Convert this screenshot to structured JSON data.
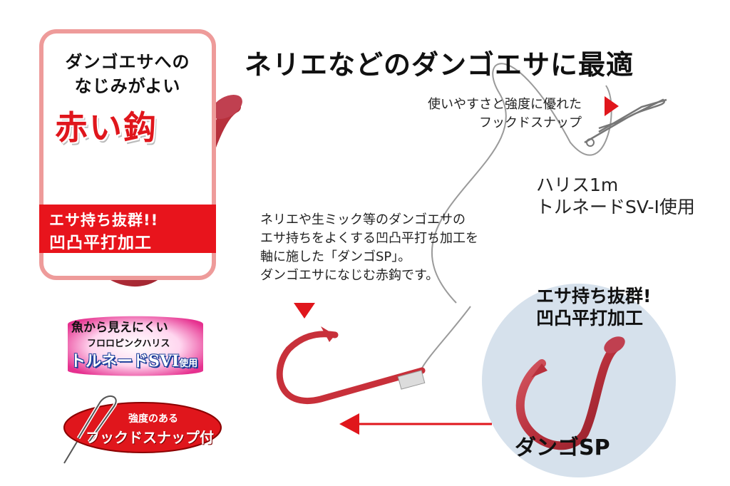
{
  "colors": {
    "hook_red": "#c8303a",
    "panel_border": "#ee9b9a",
    "band_red": "#e8141c",
    "circle_blue": "#d6e1ec",
    "arrow_red": "#e0161c"
  },
  "panel": {
    "line1": "ダンゴエサへの",
    "line2": "なじみがよい",
    "title": "赤い鈎",
    "band_line1": "エサ持ち抜群!!",
    "band_line2": "凹凸平打加工"
  },
  "headline": "ネリエなどのダンゴエサに最適",
  "snap_note": {
    "line1": "使いやすさと強度に優れた",
    "line2": "フックドスナップ"
  },
  "leader_note": {
    "line1": "ハリス1m",
    "line2": "トルネードSV-Ⅰ使用"
  },
  "bait_note": {
    "lines": [
      "ネリエや生ミック等のダンゴエサの",
      "エサ持ちをよくする凹凸平打ち加工を",
      "軸に施した「ダンゴSP」。",
      "ダンゴエサになじむ赤鈎です。"
    ]
  },
  "strength": {
    "line1": "エサ持ち抜群!",
    "line2": "凹凸平打加工"
  },
  "hook_model": "ダンゴSP",
  "line_badge": {
    "line1": "魚から見えにくい",
    "line2": "フロロピンクハリス",
    "line3a": "トルネード",
    "line3b": "SVⅠ",
    "line3c": "使用"
  },
  "snap_badge": {
    "line1": "強度のある",
    "line2": "フックドスナップ付"
  }
}
